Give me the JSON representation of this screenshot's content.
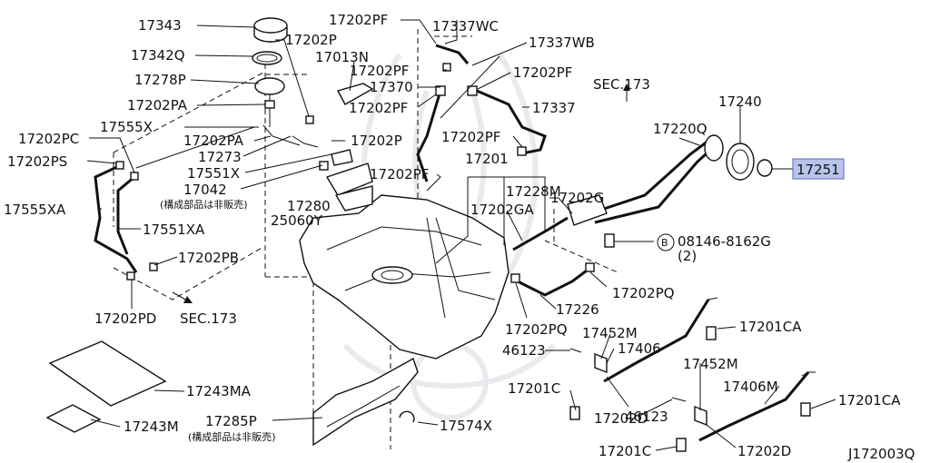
{
  "diagram_code": "J172003Q",
  "highlight_color": "#b8c4ec",
  "labels": {
    "p17343": "17343",
    "p17342Q": "17342Q",
    "p17278P": "17278P",
    "p17202PA_1": "17202PA",
    "p17555X": "17555X",
    "p17202PC": "17202PC",
    "p17202PS": "17202PS",
    "p17555XA": "17555XA",
    "p17551XA": "17551XA",
    "p17202PB": "17202PB",
    "p17202PD": "17202PD",
    "sec173_left": "SEC.173",
    "p17202P_1": "17202P",
    "p17013N": "17013N",
    "p17202PA_2": "17202PA",
    "p17273": "17273",
    "p17551X": "17551X",
    "p17042": "17042",
    "note_1": "(構成部品は非販売)",
    "p17280": "17280",
    "p25060Y": "25060Y",
    "p17202PF_1": "17202PF",
    "p17337WC": "17337WC",
    "p17337WB": "17337WB",
    "p17202PF_2": "17202PF",
    "p17370": "17370",
    "p17202PF_3": "17202PF",
    "p17202PF_4": "17202PF",
    "p17202P_2": "17202P",
    "p17202PF_5": "17202PF",
    "p17202PF_6": "17202PF",
    "p17337": "17337",
    "sec173_right": "SEC.173",
    "p17240": "17240",
    "p17220Q": "17220Q",
    "p17251": "17251",
    "p17201": "17201",
    "p17202G": "17202G",
    "p17228M": "17228M",
    "p17202GA": "17202GA",
    "bolt_code": "08146-8162G",
    "bolt_qty": "(2)",
    "bolt_circle": "B",
    "p17202PQ_1": "17202PQ",
    "p17226": "17226",
    "p17202PQ_2": "17202PQ",
    "p17201CA_1": "17201CA",
    "p17452M_1": "17452M",
    "p46123_1": "46123",
    "p17406": "17406",
    "p17201C_1": "17201C",
    "p17202D_1": "17202D",
    "p17452M_2": "17452M",
    "p17406M": "17406M",
    "p17201CA_2": "17201CA",
    "p46123_2": "46123",
    "p17201C_2": "17201C",
    "p17202D_2": "17202D",
    "p17243MA": "17243MA",
    "p17243M": "17243M",
    "p17285P": "17285P",
    "note_2": "(構成部品は非販売)",
    "p17574X": "17574X"
  }
}
